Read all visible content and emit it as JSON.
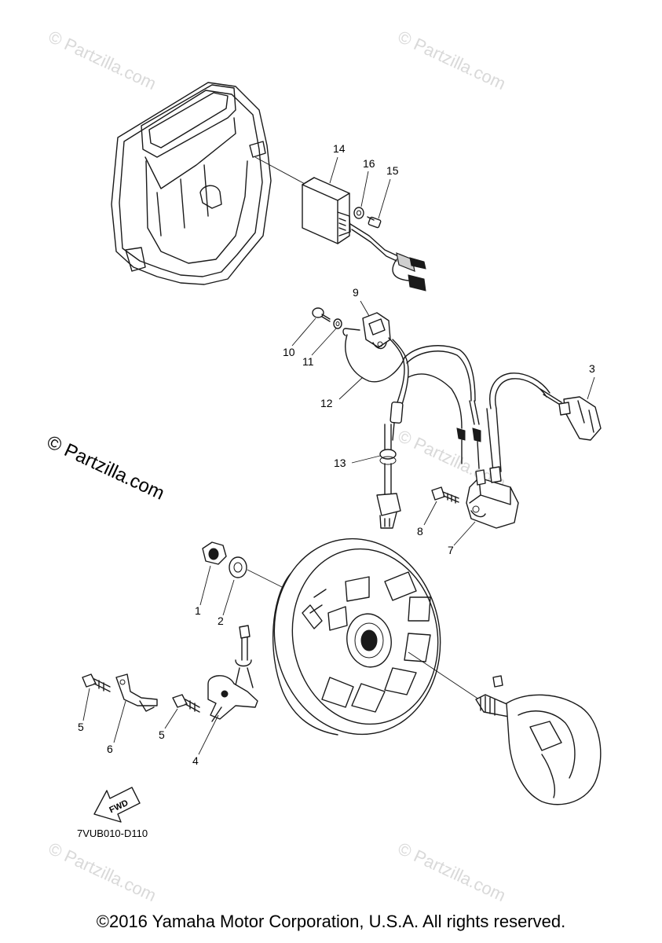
{
  "watermark": {
    "text": "© Partzilla.com",
    "main_text": "© Partzilla.com"
  },
  "callouts": {
    "c1": "1",
    "c2": "2",
    "c3": "3",
    "c4": "4",
    "c5a": "5",
    "c5b": "5",
    "c6": "6",
    "c7": "7",
    "c8": "8",
    "c9": "9",
    "c10": "10",
    "c11": "11",
    "c12": "12",
    "c13": "13",
    "c14": "14",
    "c15": "15",
    "c16": "16"
  },
  "fwd_label": "FWD",
  "diagram_code": "7VUB010-D110",
  "copyright": "©2016 Yamaha Motor Corporation, U.S.A. All rights reserved.",
  "colors": {
    "line": "#1a1a1a",
    "watermark": "#d9d9d9",
    "background": "#ffffff"
  }
}
